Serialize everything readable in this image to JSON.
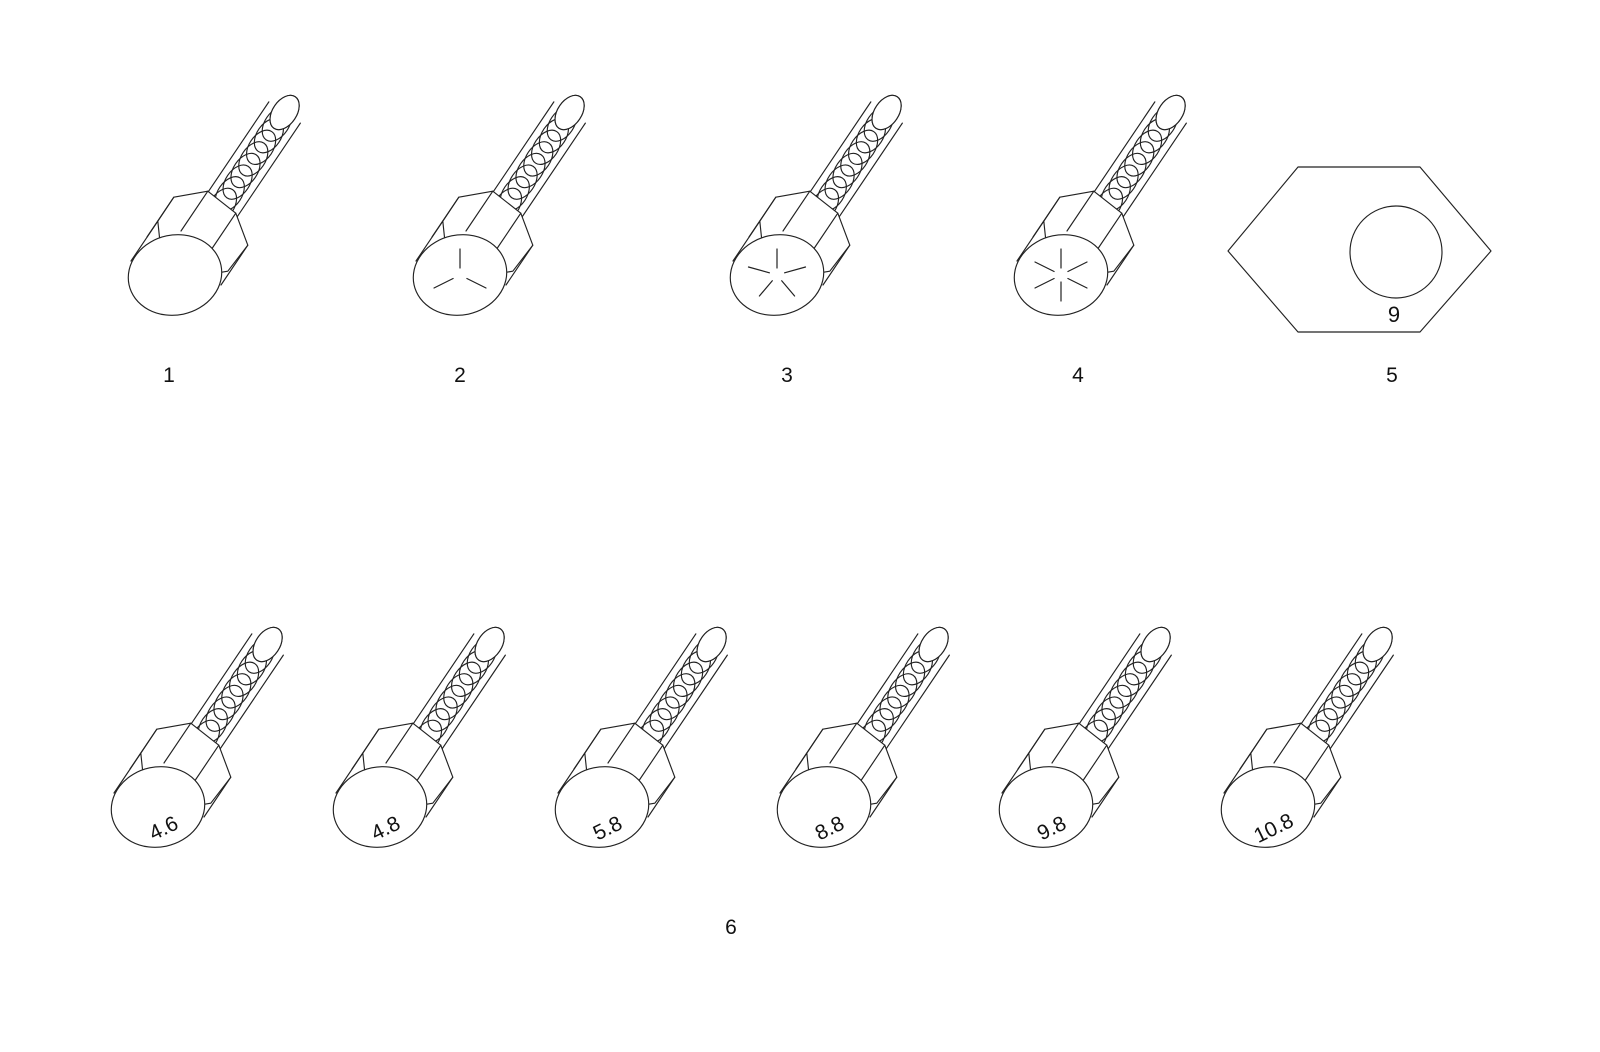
{
  "top_row": [
    {
      "callout": "1",
      "head_marking": "none",
      "icon": "hex-bolt-plain-head-icon"
    },
    {
      "callout": "2",
      "head_marking": "3 radial lines",
      "icon": "hex-bolt-3-line-head-icon"
    },
    {
      "callout": "3",
      "head_marking": "5 radial lines",
      "icon": "hex-bolt-5-line-head-icon"
    },
    {
      "callout": "4",
      "head_marking": "6 radial lines",
      "icon": "hex-bolt-6-line-head-icon"
    },
    {
      "callout": "5",
      "nut_marking": "9",
      "icon": "hex-nut-icon"
    }
  ],
  "bottom_row": {
    "callout": "6",
    "grades": [
      "4.6",
      "4.8",
      "5.8",
      "8.8",
      "9.8",
      "10.8"
    ]
  },
  "line_color": "#222222",
  "background": "#ffffff"
}
